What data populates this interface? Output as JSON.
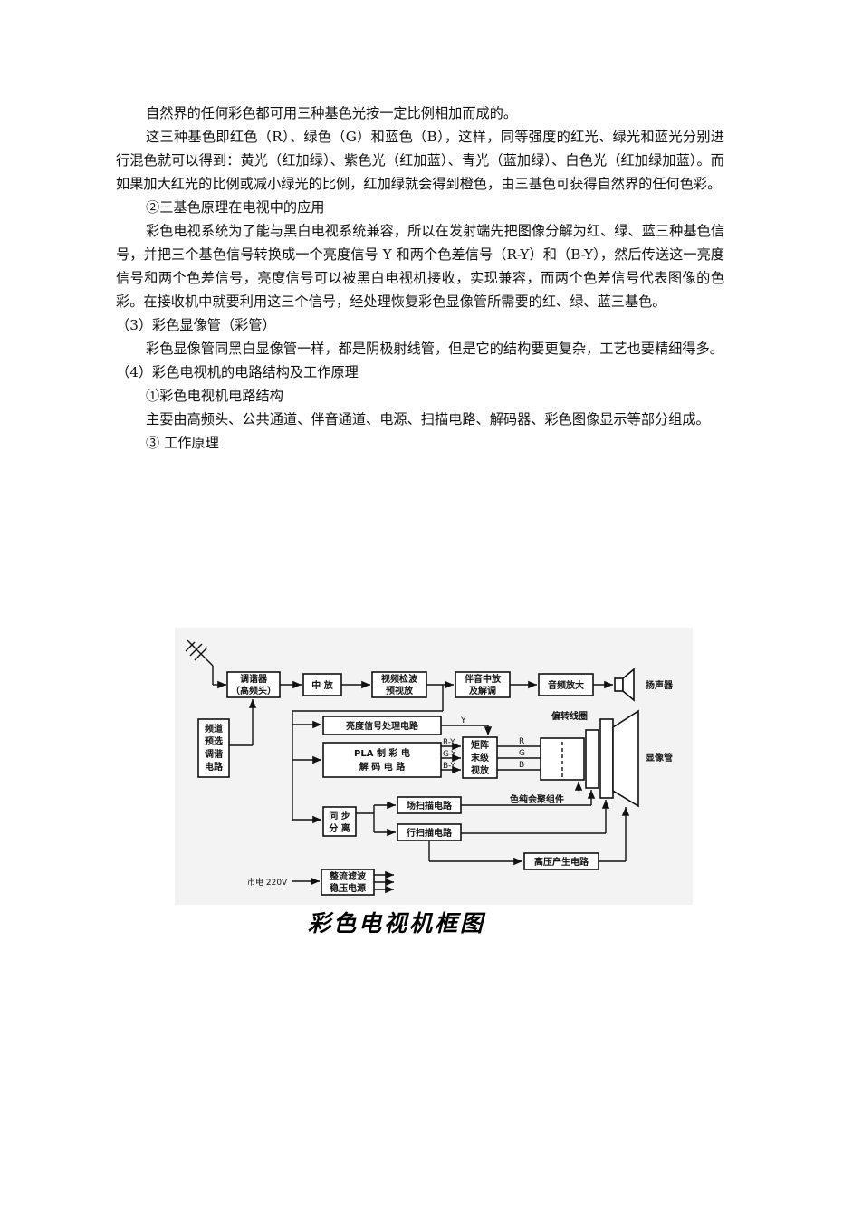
{
  "paragraphs": {
    "p1": "自然界的任何彩色都可用三种基色光按一定比例相加而成的。",
    "p2": "这三种基色即红色（R）、绿色（G）和蓝色（B），这样，同等强度的红光、绿光和蓝光分别进行混色就可以得到：黄光（红加绿）、紫色光（红加蓝）、青光（蓝加绿）、白色光（红加绿加蓝）。而如果加大红光的比例或减小绿光的比例，红加绿就会得到橙色，由三基色可获得自然界的任何色彩。",
    "h2": "②三基色原理在电视中的应用",
    "p3": "彩色电视系统为了能与黑白电视系统兼容，所以在发射端先把图像分解为红、绿、蓝三种基色信号，并把三个基色信号转换成一个亮度信号 Y 和两个色差信号（R-Y）和（B-Y），然后传送这一亮度信号和两个色差信号，亮度信号可以被黑白电视机接收，实现兼容，而两个色差信号代表图像的色彩。在接收机中就要利用这三个信号，经处理恢复彩色显像管所需要的红、绿、蓝三基色。",
    "h3": "（3）彩色显像管（彩管）",
    "p4": "彩色显像管同黑白显像管一样，都是阴极射线管，但是它的结构要更复杂，工艺也要精细得多。",
    "h4": "（4）彩色电视机的电路结构及工作原理",
    "h4a": "①彩色电视机电路结构",
    "p5": "主要由高频头、公共通道、伴音通道、电源、扫描电路、解码器、彩色图像显示等部分组成。",
    "h4b": "③  工作原理"
  },
  "diagram": {
    "tuner_1": "调谐器",
    "tuner_2": "（高频头）",
    "if_amp": "中 放",
    "video_det_1": "视频检波",
    "video_det_2": "预视放",
    "sound_1": "伴音中放",
    "sound_2": "及解调",
    "audio_amp": "音频放大",
    "speaker": "扬声器",
    "preset_1": "频道",
    "preset_2": "预选",
    "preset_3": "调谐",
    "preset_4": "电路",
    "luma": "亮度信号处理电路",
    "decoder_1": "PLA 制 彩 电",
    "decoder_2": "解 码 电 路",
    "matrix_1": "矩阵",
    "matrix_2": "末级",
    "matrix_3": "视放",
    "sig_y": "Y",
    "sig_ry": "R-Y",
    "sig_gy": "G-Y",
    "sig_by": "B-Y",
    "sig_r": "R",
    "sig_g": "G",
    "sig_b": "B",
    "yoke": "偏转线圈",
    "crt": "显像管",
    "convergence": "色纯会聚组件",
    "sync_1": "同 步",
    "sync_2": "分 离",
    "vscan": "场扫描电路",
    "hscan": "行扫描电路",
    "hv": "高压产生电路",
    "mains": "市电 220V",
    "psu_1": "整流滤波",
    "psu_2": "稳压电源"
  },
  "caption": "彩色电视机框图"
}
